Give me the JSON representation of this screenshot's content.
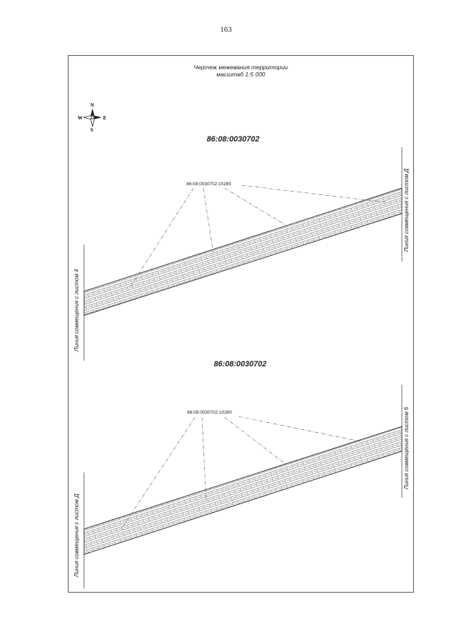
{
  "page_number": "163",
  "title": {
    "line1": "Чертеж межевания территории",
    "line2": "масштаб 1:5 000"
  },
  "compass": {
    "n": "N",
    "s": "S",
    "e": "E",
    "w": "W"
  },
  "sheets": [
    {
      "cadastral_block": "86:08:0030702",
      "parcel_label": "86:08:0030702:10280",
      "left_line_label": "Линия совмещения с листом 4",
      "right_line_label": "Линия совмещения с листом Д"
    },
    {
      "cadastral_block": "86:08:0030702",
      "parcel_label": "86:08:0030702:10280",
      "left_line_label": "Линия совмещения с листом Д",
      "right_line_label": "Линия совмещения с листом 6"
    }
  ]
}
